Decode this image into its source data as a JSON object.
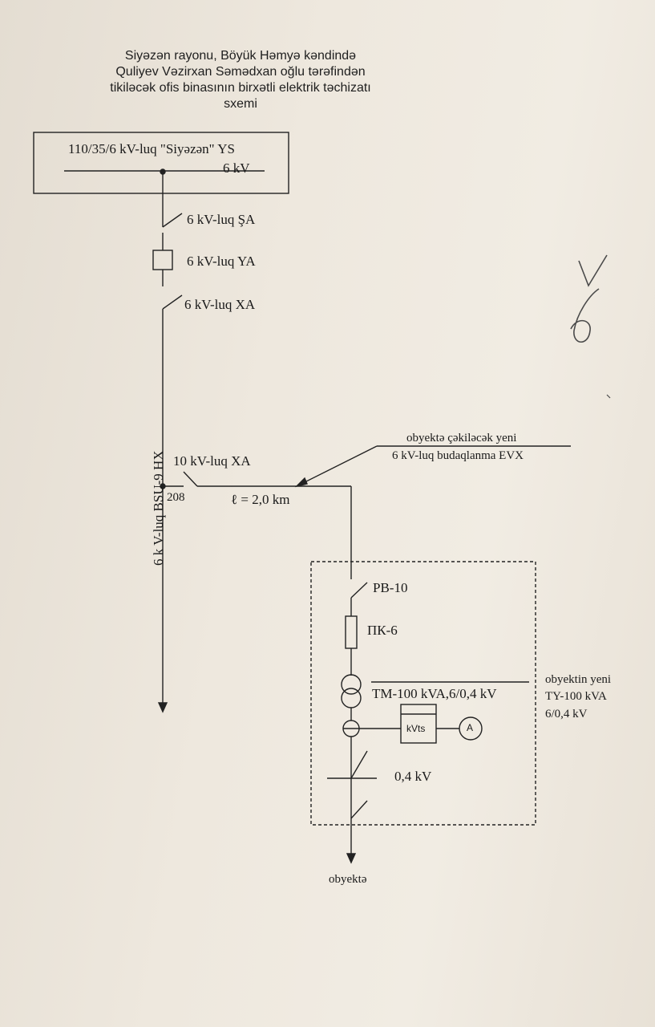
{
  "title": {
    "line1": "Siyəzən rayonu, Böyük Həmyə kəndində",
    "line2": "Quliyev Vəzirxan Səmədxan oğlu tərəfindən",
    "line3": "tikiləcək ofis binasının birxətli elektrik təchizatı",
    "line4": "sxemi"
  },
  "substation": {
    "name": "110/35/6 kV-luq \"Siyəzən\" YS",
    "bus": "6 kV"
  },
  "switches": {
    "sa": "6 kV-luq ŞA",
    "ya": "6 kV-luq YA",
    "xa": "6 kV-luq XA"
  },
  "feeder": {
    "name": "6 k V-luq BSU-9  HX"
  },
  "branch": {
    "switch": "10 kV-luq XA",
    "pole": "208",
    "length": "ℓ = 2,0 km",
    "note1": "obyektə çəkiləcək yeni",
    "note2": "6 kV-luq budaqlanma EVX"
  },
  "substation_new": {
    "rb": "РВ-10",
    "pk": "ПК-6",
    "transformer": "TM-100 kVA,6/0,4 kV",
    "meter": "kVts",
    "ammeter": "A",
    "lv": "0,4 kV",
    "note1": "obyektin yeni",
    "note2": "TY-100 kVA",
    "note3": "6/0,4 kV"
  },
  "load": "obyektə",
  "handwritten": "V6"
}
